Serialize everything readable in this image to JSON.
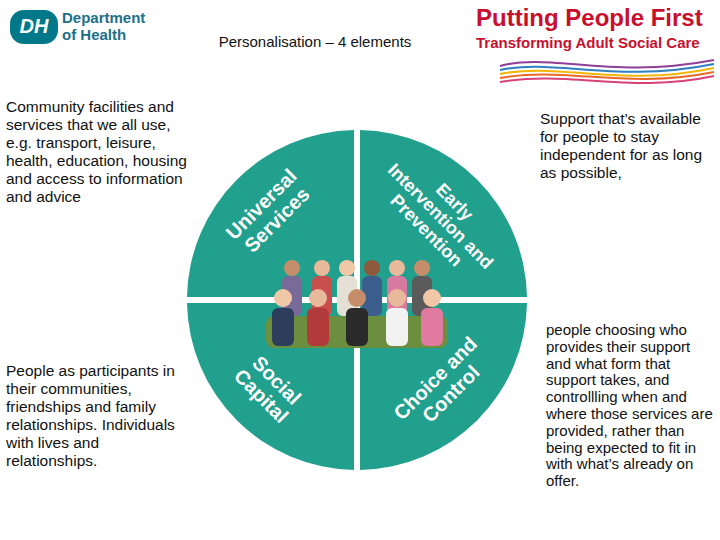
{
  "diagram": {
    "title": "Personalisation – 4 elements",
    "nodes": [
      {
        "text": [
          "Universal Services"
        ]
      },
      {
        "text": [
          "Early Intervention and Prevention"
        ]
      },
      {
        "text": [
          "Social Capital"
        ]
      },
      {
        "text": [
          "Choice and Control"
        ]
      }
    ],
    "labels": [
      "DH",
      "Department of Health",
      "Putting People First",
      "Transforming Adult Social Care",
      "Community facilities and services that we all use, e.g. transport, leisure, health, education, housing and access to information and advice",
      "Support that’s available for people to stay independent for as long as possible,",
      "People as participants in their communities, friendships and family relationships. Individuals with lives and relationships.",
      "people choosing who provides their support and what form that support takes, and controllling when and where those services are provided, rather than being expected to fit in with what’s already on offer."
    ]
  }
}
